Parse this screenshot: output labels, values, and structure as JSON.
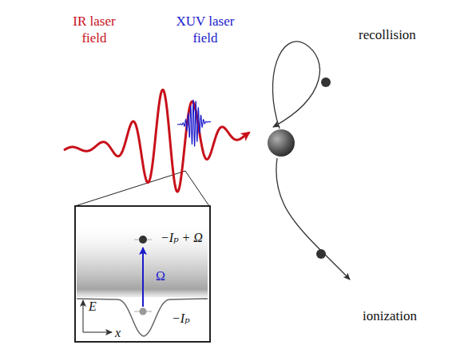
{
  "diagram": {
    "nodes": [
      {
        "text": [
          "−Iₚ + Ω",
          "Ω",
          "−Iₚ",
          "E",
          "x"
        ]
      }
    ],
    "labels": [
      "IR laser field",
      "XUV laser field",
      "recollision",
      "ionization"
    ]
  }
}
